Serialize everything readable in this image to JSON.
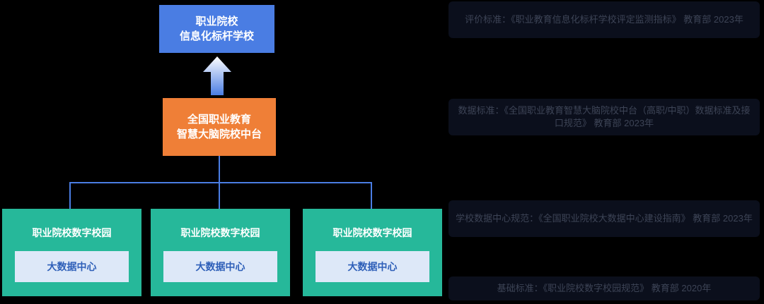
{
  "top_box": {
    "line1": "职业院校",
    "line2": "信息化标杆学校",
    "color": "#4a7de3"
  },
  "middle_box": {
    "line1": "全国职业教育",
    "line2": "智慧大脑院校中台",
    "color": "#ef7f37"
  },
  "schools": [
    {
      "title": "职业院校数字校园",
      "inner": "大数据中心"
    },
    {
      "title": "职业院校数字校园",
      "inner": "大数据中心"
    },
    {
      "title": "职业院校数字校园",
      "inner": "大数据中心"
    }
  ],
  "school_color": "#26b89a",
  "standards": [
    "评价标准：《职业教育信息化标杆学校评定监测指标》 教育部 2023年",
    "数据标准：《全国职业教育智慧大脑院校中台（高职/中职）数据标准及接口规范》 教育部 2023年",
    "学校数据中心规范：《全国职业院校大数据中心建设指南》 教育部 2023年",
    "基础标准：《职业院校数字校园规范》 教育部 2020年"
  ]
}
